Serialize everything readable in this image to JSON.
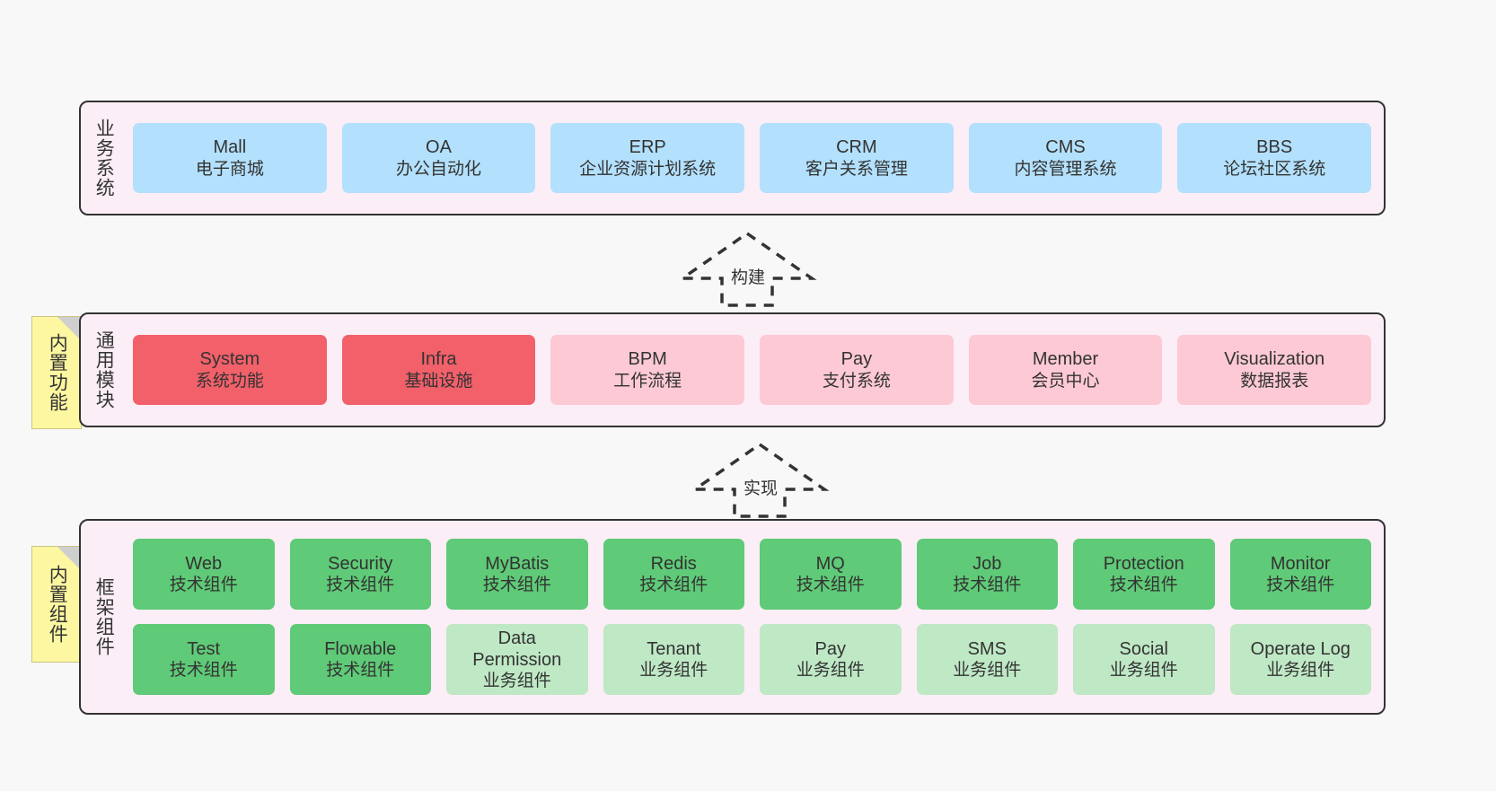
{
  "diagram": {
    "background_color": "#f8f8f8",
    "layer_fill": "#fbeef6",
    "layer_border": "#333333"
  },
  "business_layer": {
    "title": "业务系统",
    "card_color": "#b3e0fc",
    "cards": [
      {
        "name": "Mall",
        "desc": "电子商城"
      },
      {
        "name": "OA",
        "desc": "办公自动化"
      },
      {
        "name": "ERP",
        "desc": "企业资源计划系统"
      },
      {
        "name": "CRM",
        "desc": "客户关系管理"
      },
      {
        "name": "CMS",
        "desc": "内容管理系统"
      },
      {
        "name": "BBS",
        "desc": "论坛社区系统"
      }
    ]
  },
  "arrow_build": {
    "label": "构建"
  },
  "module_layer": {
    "title": "通用模块",
    "note": "内置功能",
    "card_color_strong": "#f2606a",
    "card_color_light": "#fcc9d4",
    "cards": [
      {
        "name": "System",
        "desc": "系统功能",
        "tone": "red"
      },
      {
        "name": "Infra",
        "desc": "基础设施",
        "tone": "red"
      },
      {
        "name": "BPM",
        "desc": "工作流程",
        "tone": "pink"
      },
      {
        "name": "Pay",
        "desc": "支付系统",
        "tone": "pink"
      },
      {
        "name": "Member",
        "desc": "会员中心",
        "tone": "pink"
      },
      {
        "name": "Visualization",
        "desc": "数据报表",
        "tone": "pink"
      }
    ]
  },
  "arrow_implement": {
    "label": "实现"
  },
  "framework_layer": {
    "title": "框架组件",
    "note": "内置组件",
    "card_color_strong": "#5fca77",
    "card_color_light": "#bfe8c5",
    "row1": [
      {
        "name": "Web",
        "desc": "技术组件",
        "tone": "green"
      },
      {
        "name": "Security",
        "desc": "技术组件",
        "tone": "green"
      },
      {
        "name": "MyBatis",
        "desc": "技术组件",
        "tone": "green"
      },
      {
        "name": "Redis",
        "desc": "技术组件",
        "tone": "green"
      },
      {
        "name": "MQ",
        "desc": "技术组件",
        "tone": "green"
      },
      {
        "name": "Job",
        "desc": "技术组件",
        "tone": "green"
      },
      {
        "name": "Protection",
        "desc": "技术组件",
        "tone": "green"
      },
      {
        "name": "Monitor",
        "desc": "技术组件",
        "tone": "green"
      }
    ],
    "row2": [
      {
        "name": "Test",
        "desc": "技术组件",
        "tone": "green"
      },
      {
        "name": "Flowable",
        "desc": "技术组件",
        "tone": "green"
      },
      {
        "name": "Data Permission",
        "desc": "业务组件",
        "tone": "green-light"
      },
      {
        "name": "Tenant",
        "desc": "业务组件",
        "tone": "green-light"
      },
      {
        "name": "Pay",
        "desc": "业务组件",
        "tone": "green-light"
      },
      {
        "name": "SMS",
        "desc": "业务组件",
        "tone": "green-light"
      },
      {
        "name": "Social",
        "desc": "业务组件",
        "tone": "green-light"
      },
      {
        "name": "Operate Log",
        "desc": "业务组件",
        "tone": "green-light"
      }
    ]
  }
}
